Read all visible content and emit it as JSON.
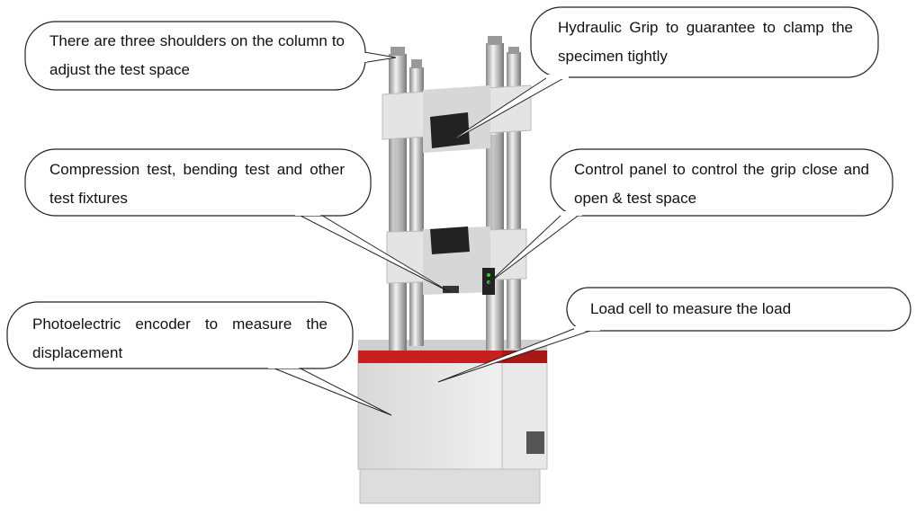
{
  "callouts": [
    {
      "id": "shoulders",
      "text": "There are three shoulders on the column to adjust the test space"
    },
    {
      "id": "hydraulic-grip",
      "text": "Hydraulic Grip to guarantee to clamp the specimen tightly"
    },
    {
      "id": "fixtures",
      "text": "Compression test, bending test and other test fixtures"
    },
    {
      "id": "control-panel",
      "text": "Control panel to control the grip close and open & test space"
    },
    {
      "id": "encoder",
      "text": "Photoelectric encoder to measure the displacement"
    },
    {
      "id": "load-cell",
      "text": "Load cell to measure the load"
    }
  ],
  "colors": {
    "stripe": "#c8201e",
    "body": "#e6e6e6",
    "column": "#c9c9c9",
    "grip": "#222222"
  }
}
